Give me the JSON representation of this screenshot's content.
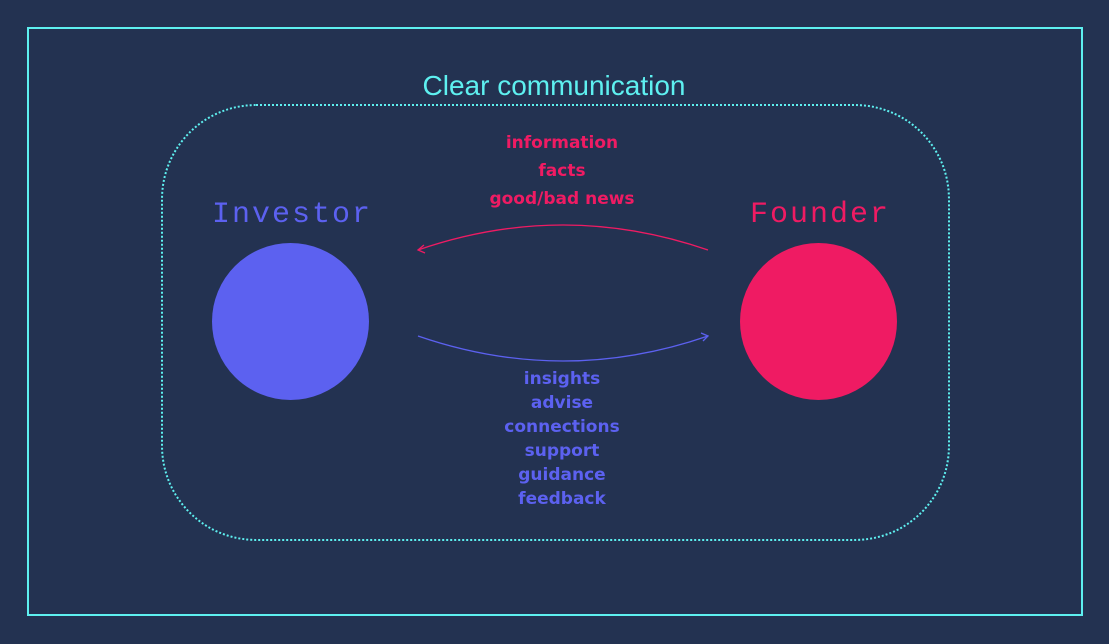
{
  "title": "Clear communication",
  "investor": {
    "label": "Investor"
  },
  "founder": {
    "label": "Founder"
  },
  "founder_to_investor": [
    "information",
    "facts",
    "good/bad news"
  ],
  "investor_to_founder": [
    "insights",
    "advise",
    "connections",
    "support",
    "guidance",
    "feedback"
  ],
  "colors": {
    "background": "#233251",
    "frame": "#5ef0f0",
    "investor": "#5c61f0",
    "founder": "#ef1b63"
  }
}
